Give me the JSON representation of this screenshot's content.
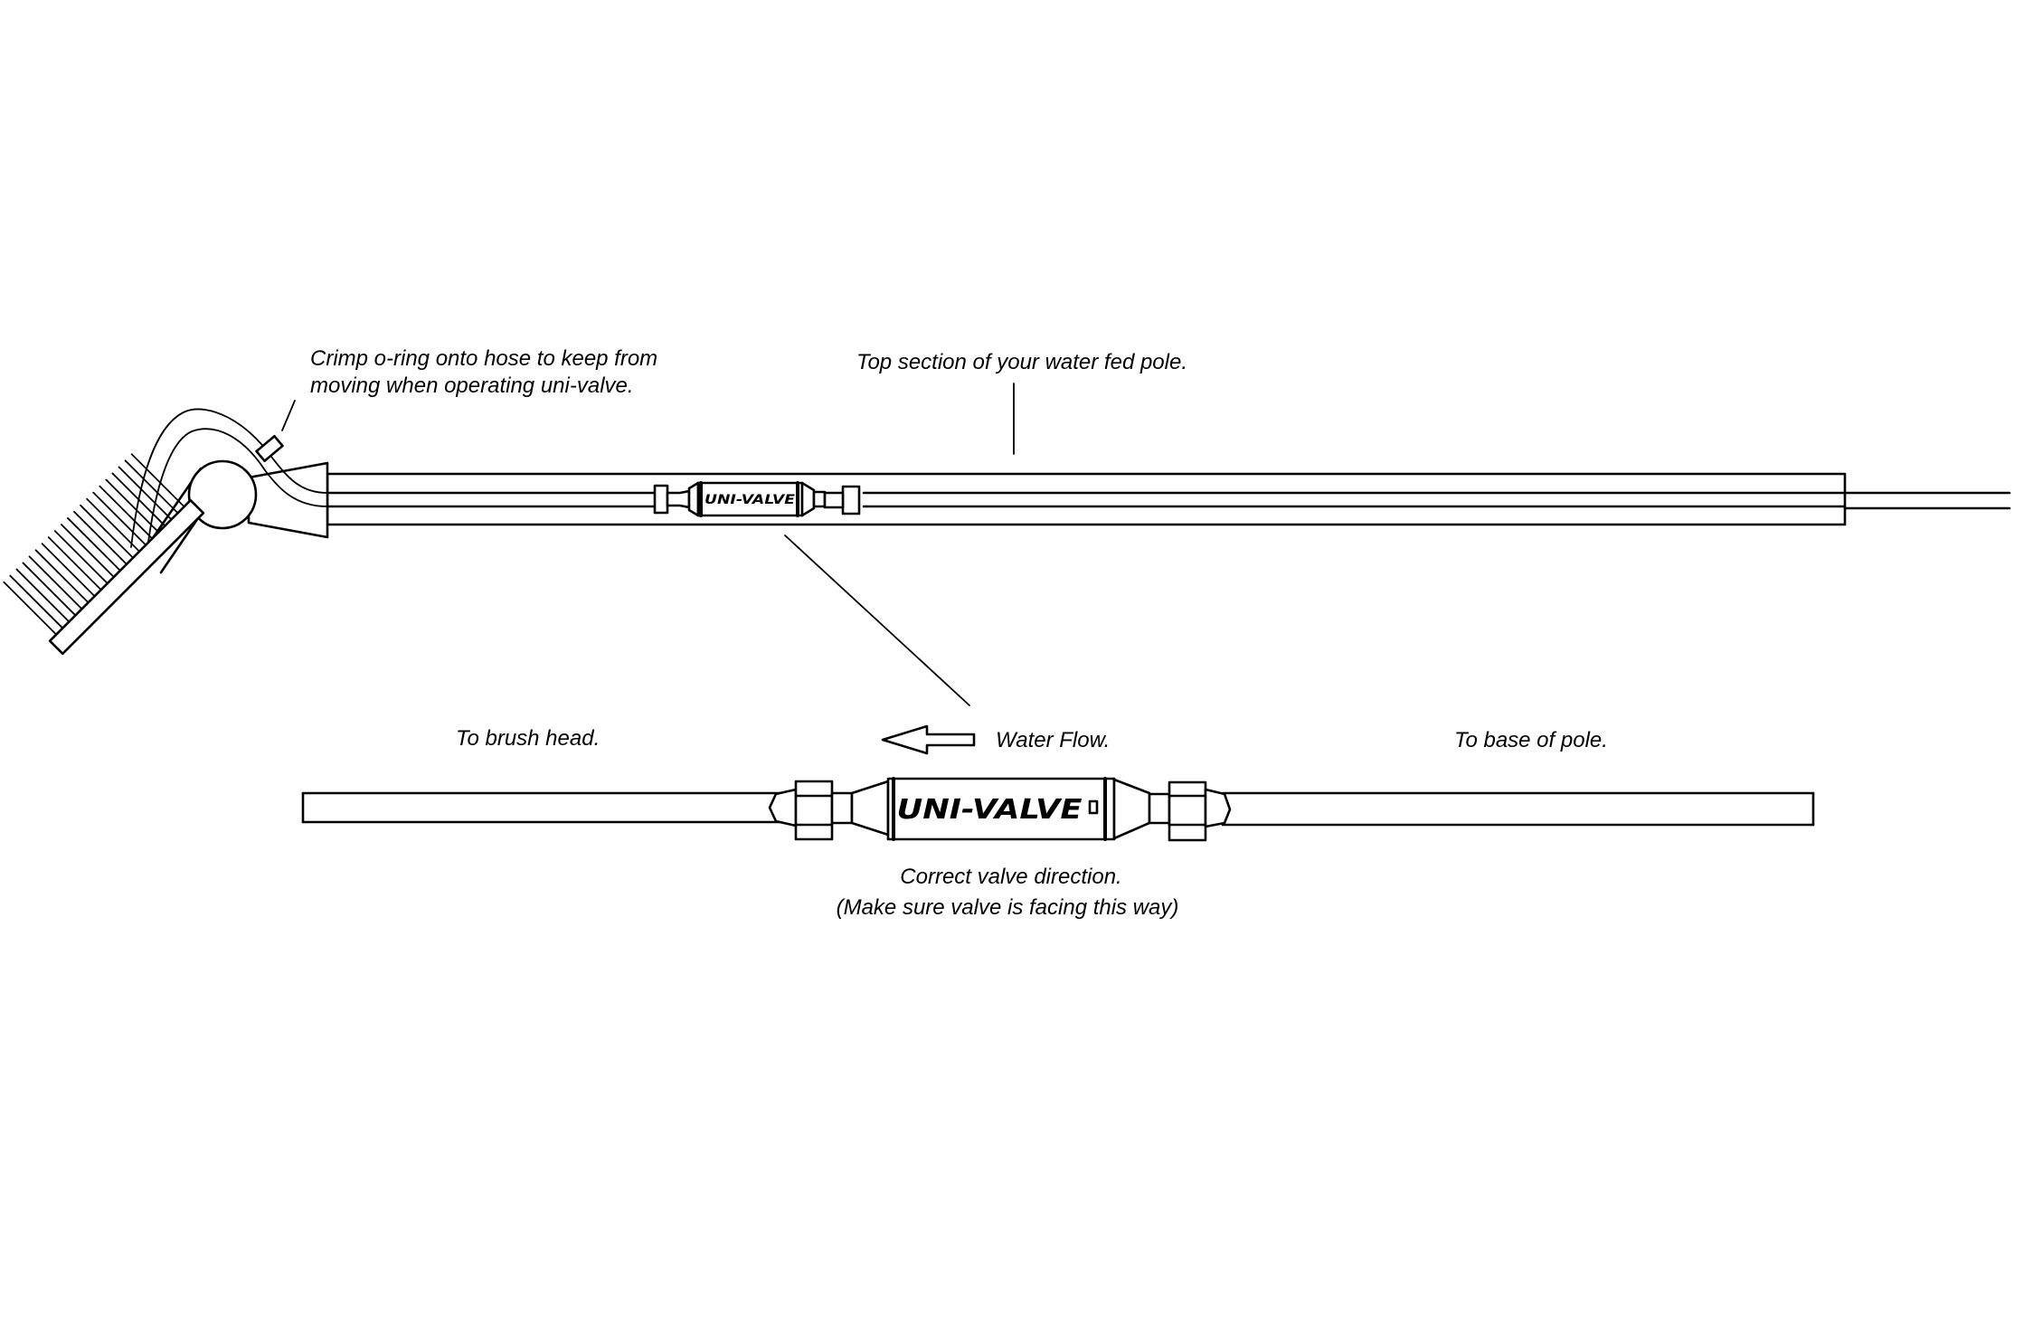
{
  "labels": {
    "crimp_line1": "Crimp o-ring onto hose to keep from",
    "crimp_line2": "moving when operating uni-valve.",
    "top_section": "Top section of your water fed pole.",
    "to_brush_head": "To brush head.",
    "water_flow": "Water Flow.",
    "to_base": "To base of pole.",
    "correct_direction": "Correct valve direction.",
    "make_sure": "(Make sure valve is facing this way)"
  },
  "valve_logo": "UNI-VALVE",
  "icons": {
    "flow_arrow": "left-arrow-icon",
    "brush": "brush-head-icon",
    "valve": "valve-icon"
  },
  "colors": {
    "line": "#000000",
    "background": "#ffffff"
  }
}
